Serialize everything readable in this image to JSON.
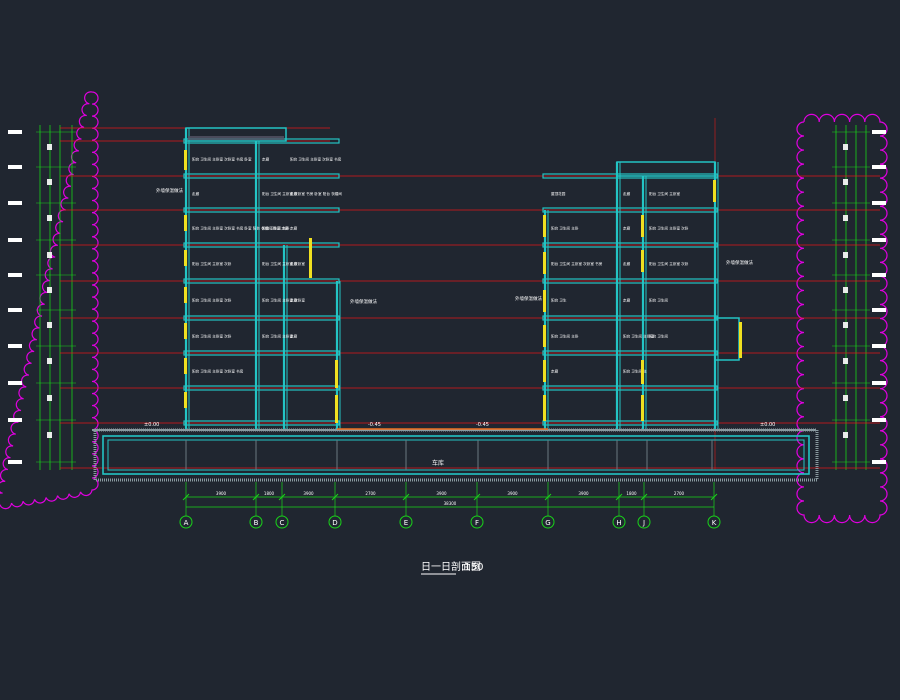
{
  "drawing": {
    "title": "日一日剖面图",
    "scale": ":150",
    "background": "#202630"
  },
  "colors": {
    "wall": "#23c4c4",
    "floor_line": "#e01818",
    "dim_green": "#19d419",
    "cloud": "#e000e0",
    "window": "#f0e020",
    "ground": "#f07020",
    "text": "#ffffff"
  },
  "axes": [
    "A",
    "B",
    "C",
    "D",
    "E",
    "F",
    "G",
    "H",
    "J",
    "K"
  ],
  "dimensions": {
    "segments": [
      "3900",
      "1800",
      "3900",
      "2700",
      "3900",
      "3900",
      "3900",
      "1800",
      "2700"
    ],
    "total": "38300"
  },
  "ground_labels": [
    "±0.00",
    "-0.45",
    "-0.45",
    "±0.00"
  ],
  "basement_label": "车库",
  "callouts": [
    "外墙保温做法",
    "外墙保温做法",
    "外墙保温做法",
    "外墙保温做法"
  ],
  "left_building_rooms": [
    "阳台 卫生间 主卧室 次卧室 书房 卧室",
    "走廊",
    "阳台 卫生间 主卧室 次卧室 书房",
    "走廊",
    "阳台 卫生间 主卧室 次卧室 书房 卧室 阳台 衣帽间",
    "走廊",
    "阳台 卫生间 主卧室 次卧室 书房 卧室 阳台 衣帽间 卧室 走廊",
    "阳台 卫生间 主卧",
    "走廊",
    "阳台 卫生间 主卧室 次卧",
    "阳台 卫生间 主卧室 次卧室",
    "走廊",
    "阳台 卫生间 主卧室 次卧",
    "阳台 卫生间 主卧室 次卧室",
    "走廊",
    "阳台 卫生间 主卧室 次卧",
    "阳台 卫生间 主卧室",
    "走廊",
    "阳台 卫生间 主卧室 次卧室 书房"
  ],
  "right_building_rooms": [
    "屋顶花园",
    "走廊",
    "阳台 卫生间 主卧室",
    "阳台 卫生间 主卧",
    "走廊",
    "阳台 卫生间 主卧室 次卧",
    "阳台 卫生间 主卧室 次卧室 书房",
    "走廊",
    "阳台 卫生间 主卧室 次卧",
    "阳台 卫生",
    "走廊",
    "阳台 卫生间",
    "阳台 卫生间 主卧",
    "阳台 卫生间 主卧室",
    "阳台 卫生间",
    "走廊",
    "阳台 卫生间 主"
  ]
}
